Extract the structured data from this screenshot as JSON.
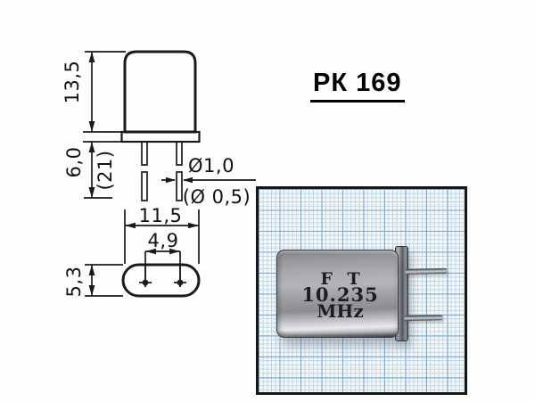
{
  "page": {
    "title": "РК 169"
  },
  "drawing": {
    "front_view": {
      "body_height": "13,5",
      "lead_length": "6,0",
      "total_length": "(21)",
      "lead_diameter": "Ø1,0",
      "lead_diameter_alt": "(Ø 0,5)"
    },
    "bottom_view": {
      "body_width": "11,5",
      "pin_spacing": "4,9",
      "body_depth": "5,3"
    }
  },
  "photo": {
    "crystal_label": {
      "line1": "F T",
      "line2": "10.235",
      "line3": "MHz"
    },
    "colors": {
      "paper": "#f7f8f4",
      "grid_minor": "#bad5ec",
      "grid_major": "#79a9d6",
      "frame": "#161616",
      "metal_light": "#b3b5b9",
      "metal_dark": "#515357"
    }
  },
  "colors": {
    "line": "#1a1a1a",
    "background": "#fdfdfc"
  }
}
